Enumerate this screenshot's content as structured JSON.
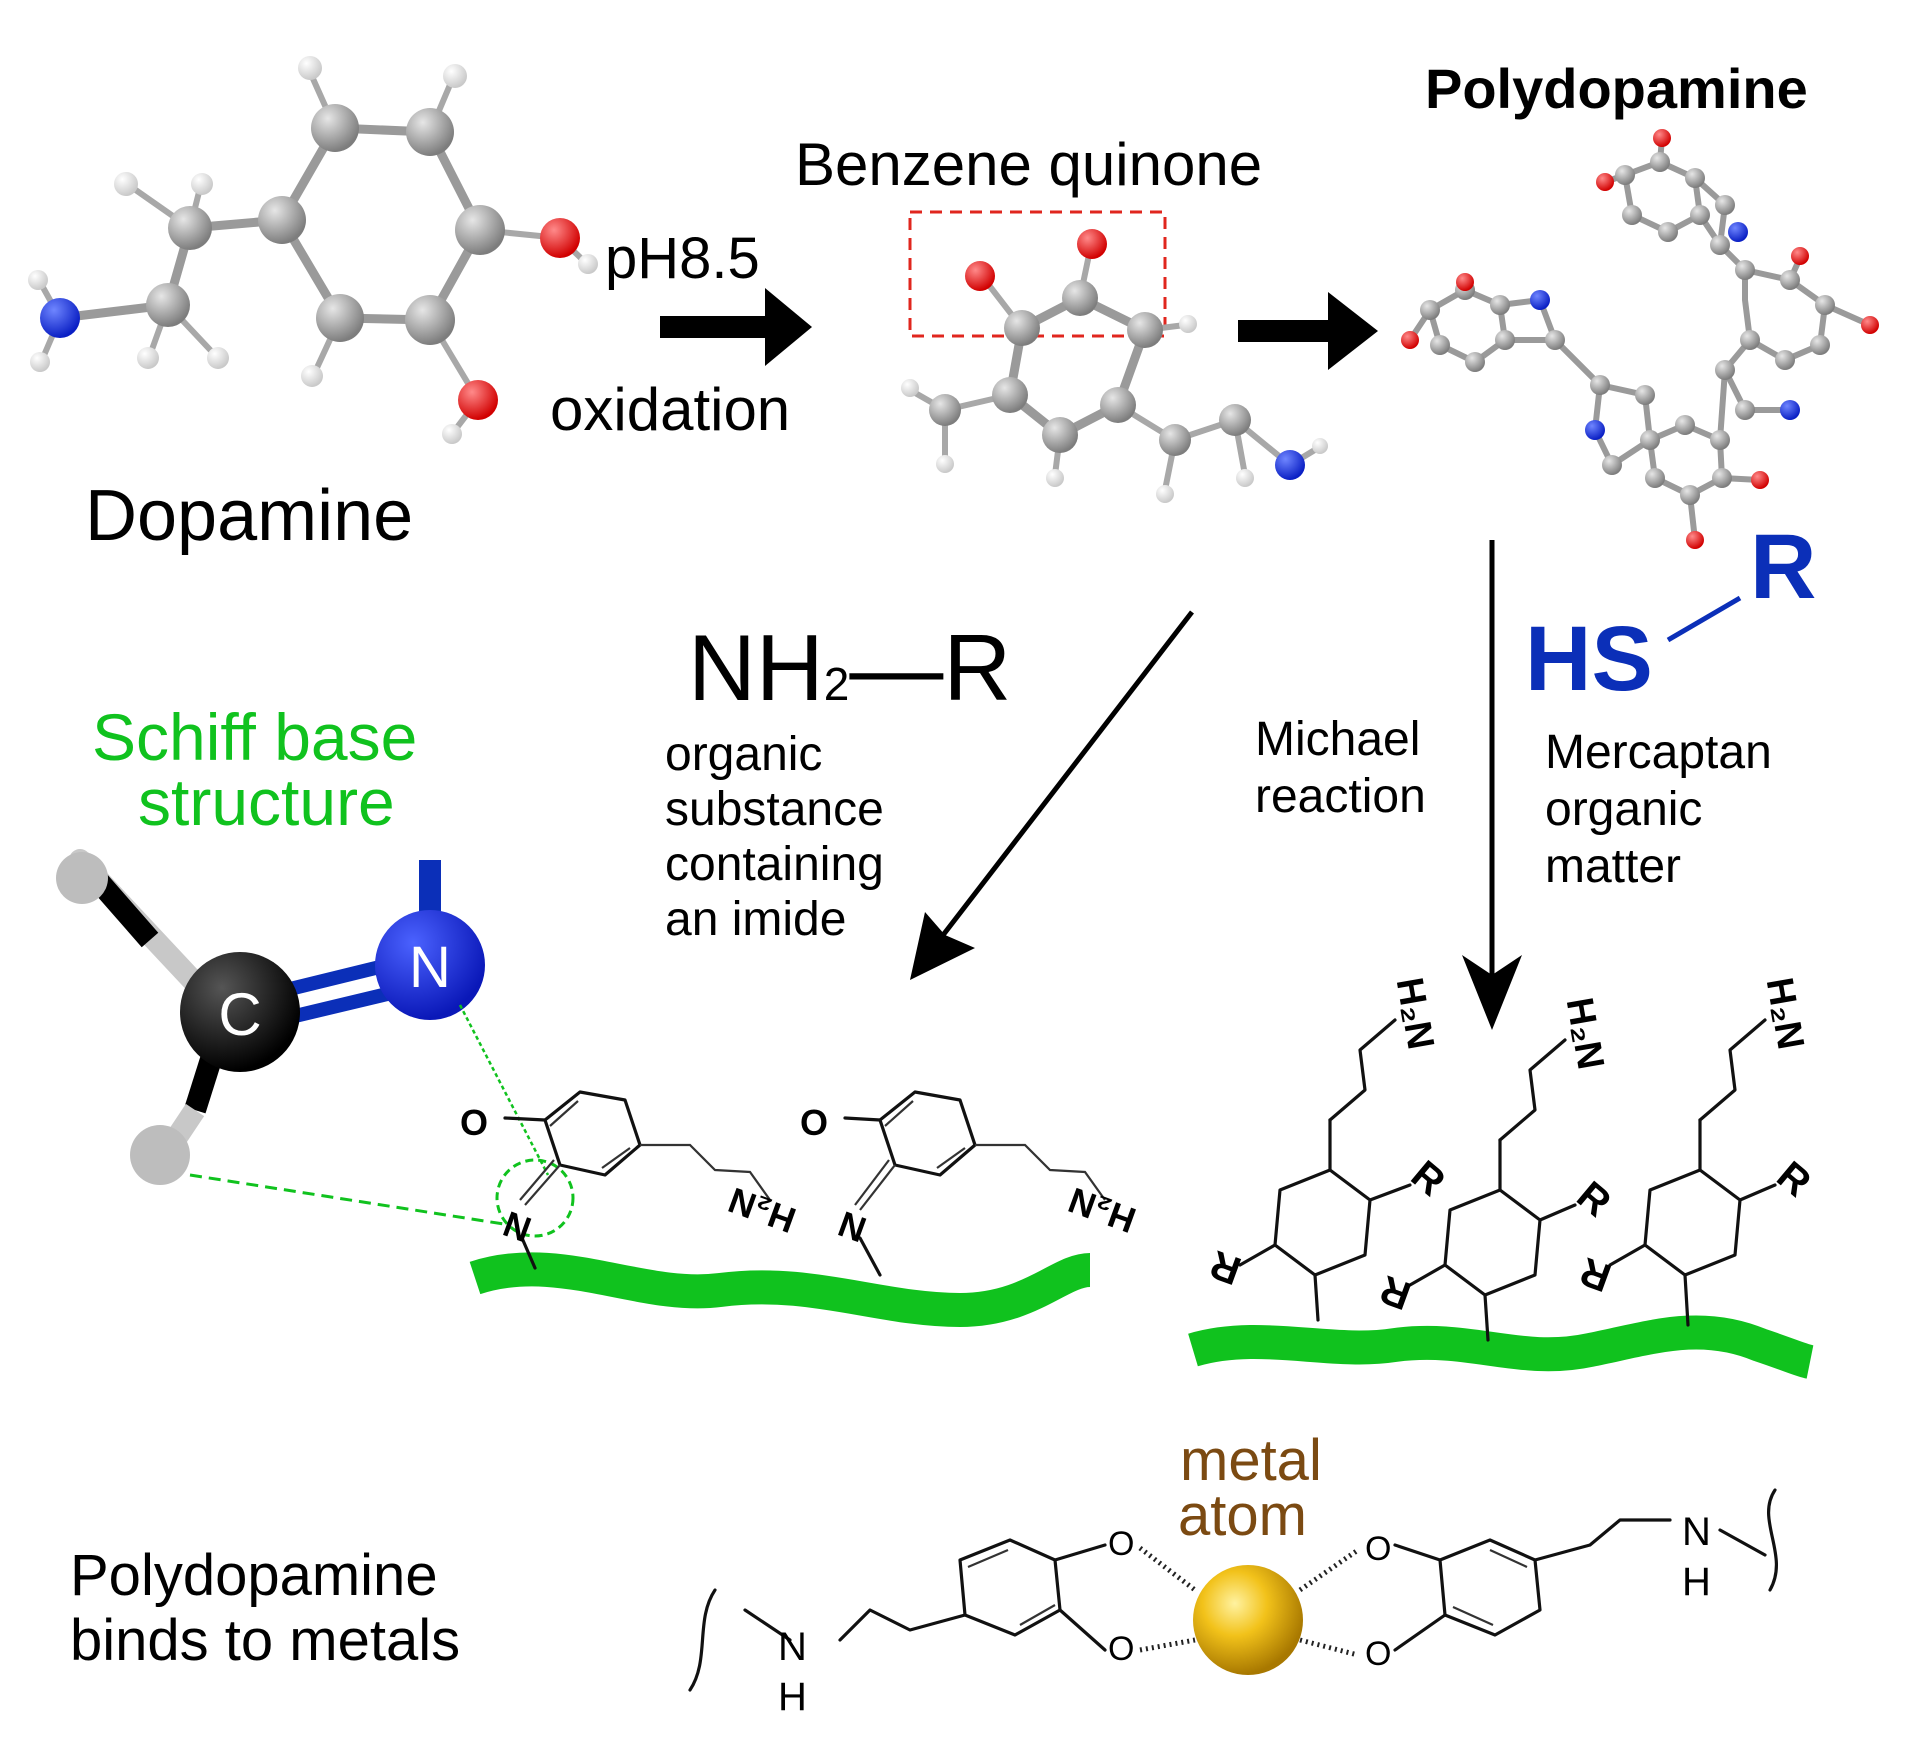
{
  "labels": {
    "dopamine": "Dopamine",
    "ph": "pH8.5",
    "oxidation": "oxidation",
    "benzene_quinone": "Benzene quinone",
    "polydopamine": "Polydopamine",
    "nh2": "NH",
    "nh2_sub": "2",
    "nh2_r": "—R",
    "organic_1": "organic",
    "organic_2": "substance",
    "organic_3": "containing",
    "organic_4": "an imide",
    "michael_1": "Michael",
    "michael_2": "reaction",
    "hs": "HS",
    "hs_r": "R",
    "mercaptan_1": "Mercaptan",
    "mercaptan_2": "organic",
    "mercaptan_3": "matter",
    "schiff_1": "Schiff base",
    "schiff_2": "structure",
    "atom_c": "C",
    "atom_n": "N",
    "metal_1": "metal",
    "metal_2": "atom",
    "binds_1": "Polydopamine",
    "binds_2": "binds to metals",
    "struct_o": "O",
    "struct_n": "N",
    "struct_h2n": "H₂N",
    "struct_r": "R",
    "struct_nh": "NH",
    "struct_h": "H"
  },
  "colors": {
    "green": "#10c21e",
    "blue": "#0b2fb8",
    "brown": "#7b4a12",
    "red_box": "#e0261e",
    "black": "#000000"
  }
}
